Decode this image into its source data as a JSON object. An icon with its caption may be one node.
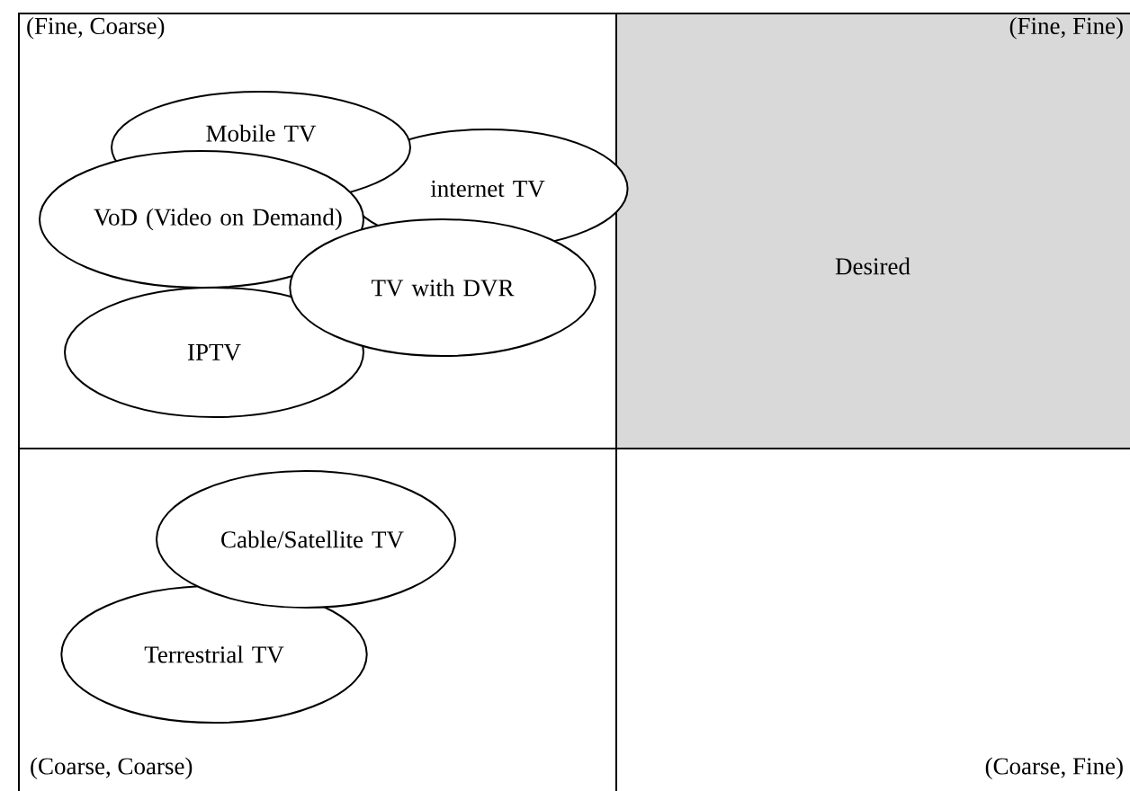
{
  "diagram": {
    "nodes": [
      {
        "text": [
          "(Fine, Coarse)"
        ]
      },
      {
        "text": [
          "Mobile TV"
        ],
        "in": 0
      },
      {
        "text": [
          "internet TV"
        ],
        "in": 0
      },
      {
        "text": [
          "VoD (Video on Demand)"
        ],
        "in": 0
      },
      {
        "text": [
          "TV with DVR"
        ],
        "in": 0
      },
      {
        "text": [
          "IPTV"
        ],
        "in": 0
      },
      {
        "text": [
          "(Fine, Fine)",
          "Desired"
        ]
      },
      {
        "text": [
          "(Coarse, Coarse)"
        ]
      },
      {
        "text": [
          "Cable/Satellite TV"
        ],
        "in": 7
      },
      {
        "text": [
          "Terrestrial TV"
        ],
        "in": 7
      },
      {
        "text": [
          "(Coarse, Fine)"
        ]
      }
    ]
  }
}
